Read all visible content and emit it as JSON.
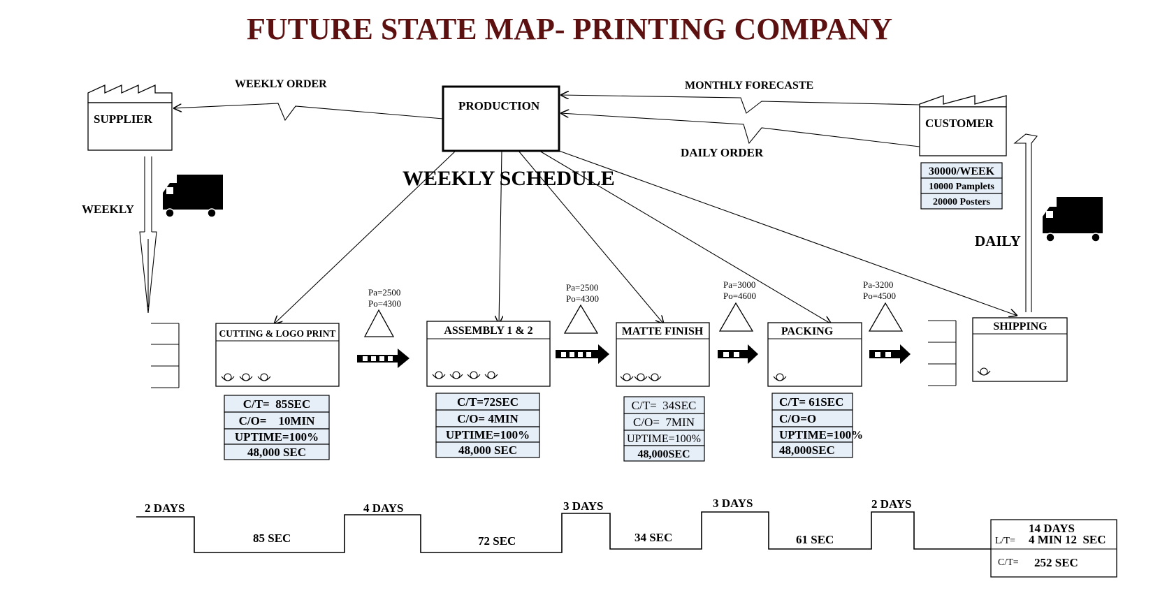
{
  "title": "FUTURE STATE MAP- PRINTING COMPANY",
  "labels": {
    "supplier": "SUPPLIER",
    "production": "PRODUCTION",
    "customer": "CUSTOMER",
    "weekly_order": "WEEKLY ORDER",
    "monthly_forecast": "MONTHLY FORECASTE",
    "daily_order": "DAILY ORDER",
    "weekly_schedule": "WEEKLY SCHEDULE",
    "weekly": "WEEKLY",
    "daily": "DAILY"
  },
  "customer_data": [
    "30000/WEEK",
    "10000 Pamplets",
    "20000 Posters"
  ],
  "processes": [
    {
      "name": "CUTTING & LOGO PRINT",
      "ct": "C/T=  85SEC",
      "co": "C/O=    10MIN",
      "uptime": "UPTIME=100%",
      "avail": "48,000 SEC",
      "operators": 3
    },
    {
      "name": "ASSEMBLY 1 & 2",
      "ct": "C/T=72SEC",
      "co": "C/O= 4MIN",
      "uptime": "UPTIME=100%",
      "avail": "48,000 SEC",
      "operators": 4
    },
    {
      "name": "MATTE FINISH",
      "ct": "C/T=  34SEC",
      "co": "C/O=  7MIN",
      "uptime": "UPTIME=100%",
      "avail": "48,000SEC",
      "operators": 3
    },
    {
      "name": "PACKING",
      "ct": "C/T= 61SEC",
      "co": "C/O=O",
      "uptime": "UPTIME=100%",
      "avail": "48,000SEC",
      "operators": 1
    },
    {
      "name": "SHIPPING",
      "operators": 1
    }
  ],
  "inventory": [
    {
      "pa": "Pa=2500",
      "po": "Po=4300"
    },
    {
      "pa": "Pa=2500",
      "po": "Po=4300"
    },
    {
      "pa": "Pa=3000",
      "po": "Po=4600"
    },
    {
      "pa": "Pa-3200",
      "po": "Po=4500"
    }
  ],
  "timeline": {
    "days": [
      "2 DAYS",
      "4 DAYS",
      "3 DAYS",
      "3 DAYS",
      "2 DAYS"
    ],
    "secs": [
      "85 SEC",
      "72 SEC",
      "34 SEC",
      "61 SEC"
    ]
  },
  "summary": {
    "lt_label": "L/T=",
    "lt_days": "14 DAYS",
    "lt_time": "4 MIN 12  SEC",
    "ct_label": "C/T=",
    "ct_value": "252 SEC"
  }
}
